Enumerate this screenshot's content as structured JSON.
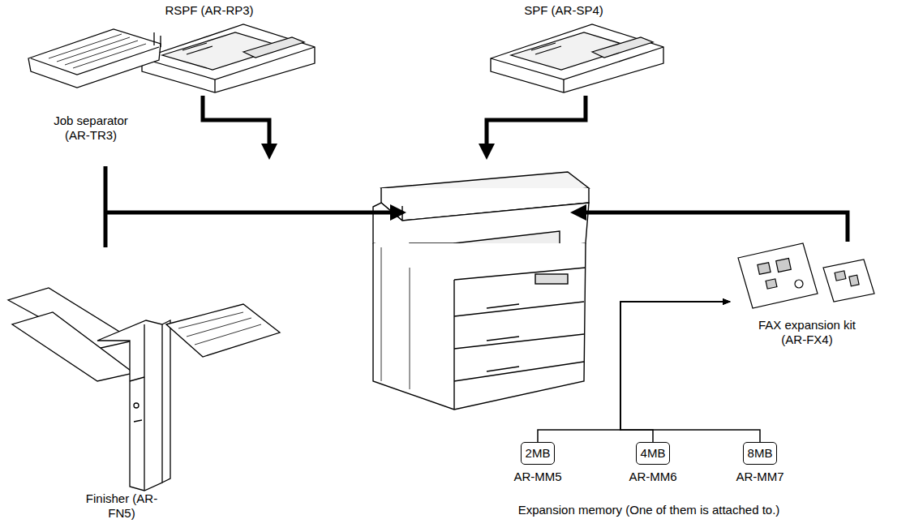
{
  "diagram": {
    "nodes": [
      {
        "text": [
          "FAX expansion kit (AR-FX4)"
        ]
      },
      {
        "text": [
          "2MB",
          "AR-MM5"
        ]
      },
      {
        "text": [
          "4MB",
          "AR-MM6"
        ]
      },
      {
        "text": [
          "8MB",
          "AR-MM7"
        ]
      }
    ],
    "edges": [
      {
        "from": 1,
        "to": 0,
        "arrow": "to"
      },
      {
        "from": 2,
        "to": 0,
        "arrow": "to"
      },
      {
        "from": 3,
        "to": 0,
        "arrow": "to"
      }
    ],
    "labels": [
      "RSPF (AR-RP3)",
      "SPF (AR-SP4)",
      "Job separator (AR-TR3)",
      "Finisher (AR-FN5)",
      "Expansion memory (One of them is attached to.)"
    ]
  }
}
